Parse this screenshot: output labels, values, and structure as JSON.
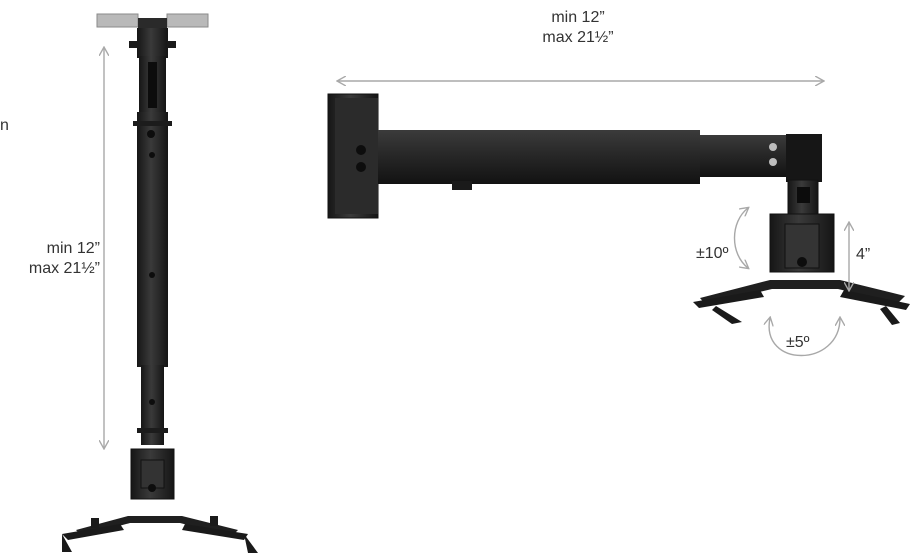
{
  "dimensions": {
    "horizontal": {
      "min": "min 12”",
      "max": "max 21½”"
    },
    "vertical": {
      "min": "min 12”",
      "max": "max 21½”"
    },
    "tilt": "±10º",
    "drop": "4”",
    "swivel": "±5º",
    "clipped_letter": "n"
  },
  "colors": {
    "metal": "#262626",
    "metal_dark": "#121212",
    "metal_light": "#3c3c3c",
    "arrow": "#a8a8a8",
    "text": "#333333",
    "plate": "#b9b9b9"
  }
}
